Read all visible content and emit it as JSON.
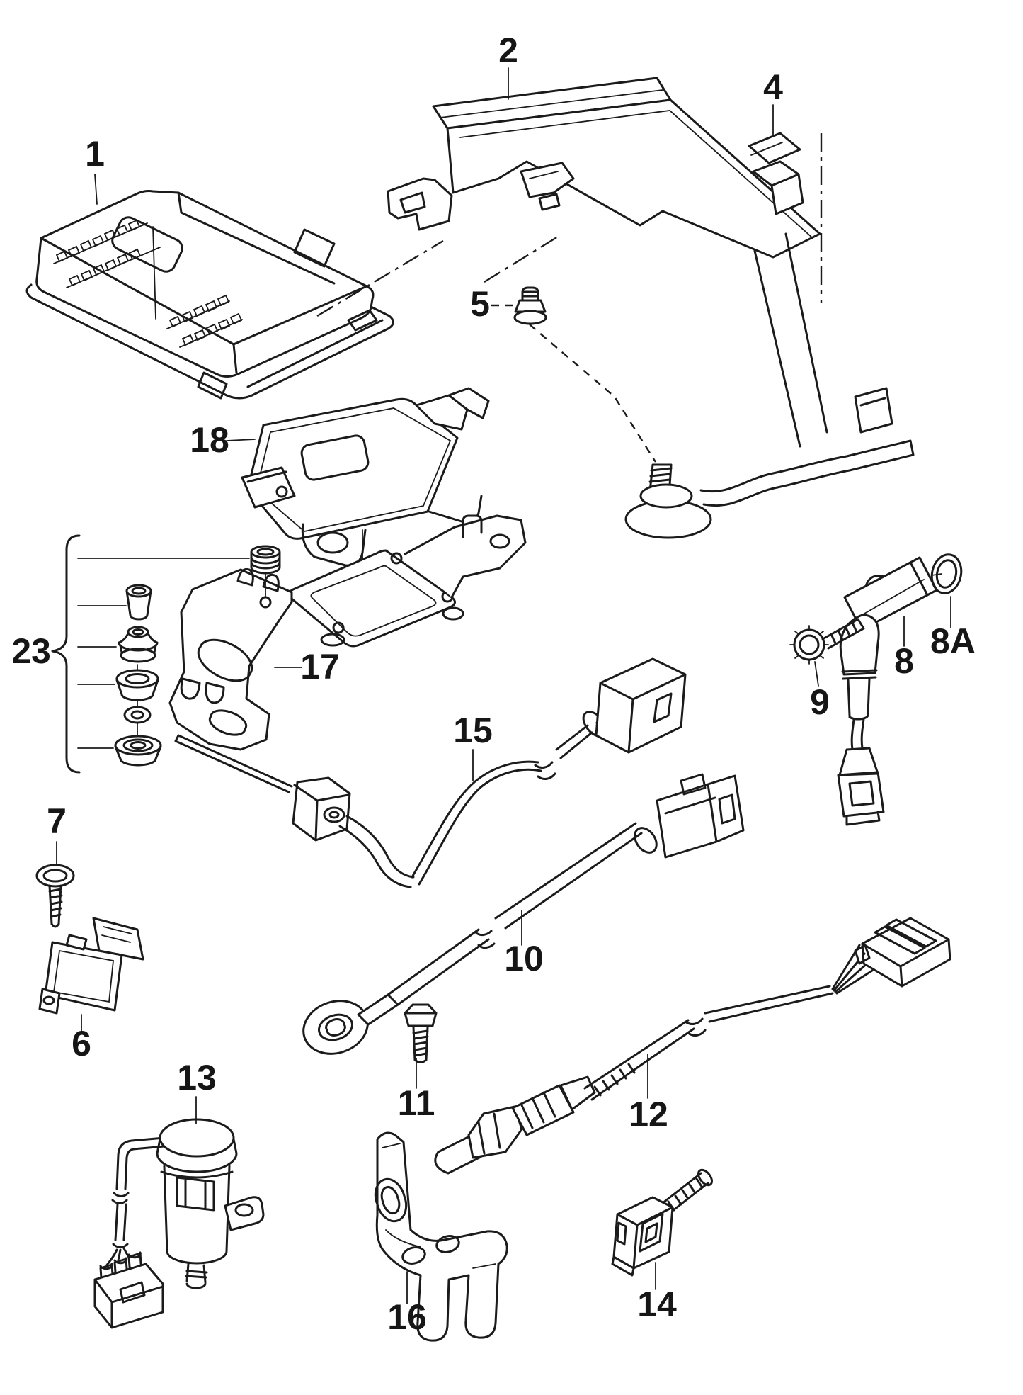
{
  "page": {
    "background_color": "#ffffff",
    "ink_color": "#1b1b1b",
    "type": "exploded-parts-line-diagram"
  },
  "diagram": {
    "labels": {
      "p1": "1",
      "p2": "2",
      "p4": "4",
      "p5": "5",
      "p6": "6",
      "p7": "7",
      "p8": "8",
      "p8a": "8A",
      "p9": "9",
      "p10": "10",
      "p11": "11",
      "p12": "12",
      "p13": "13",
      "p14": "14",
      "p15": "15",
      "p16": "16",
      "p17": "17",
      "p18": "18",
      "p23": "23"
    }
  }
}
